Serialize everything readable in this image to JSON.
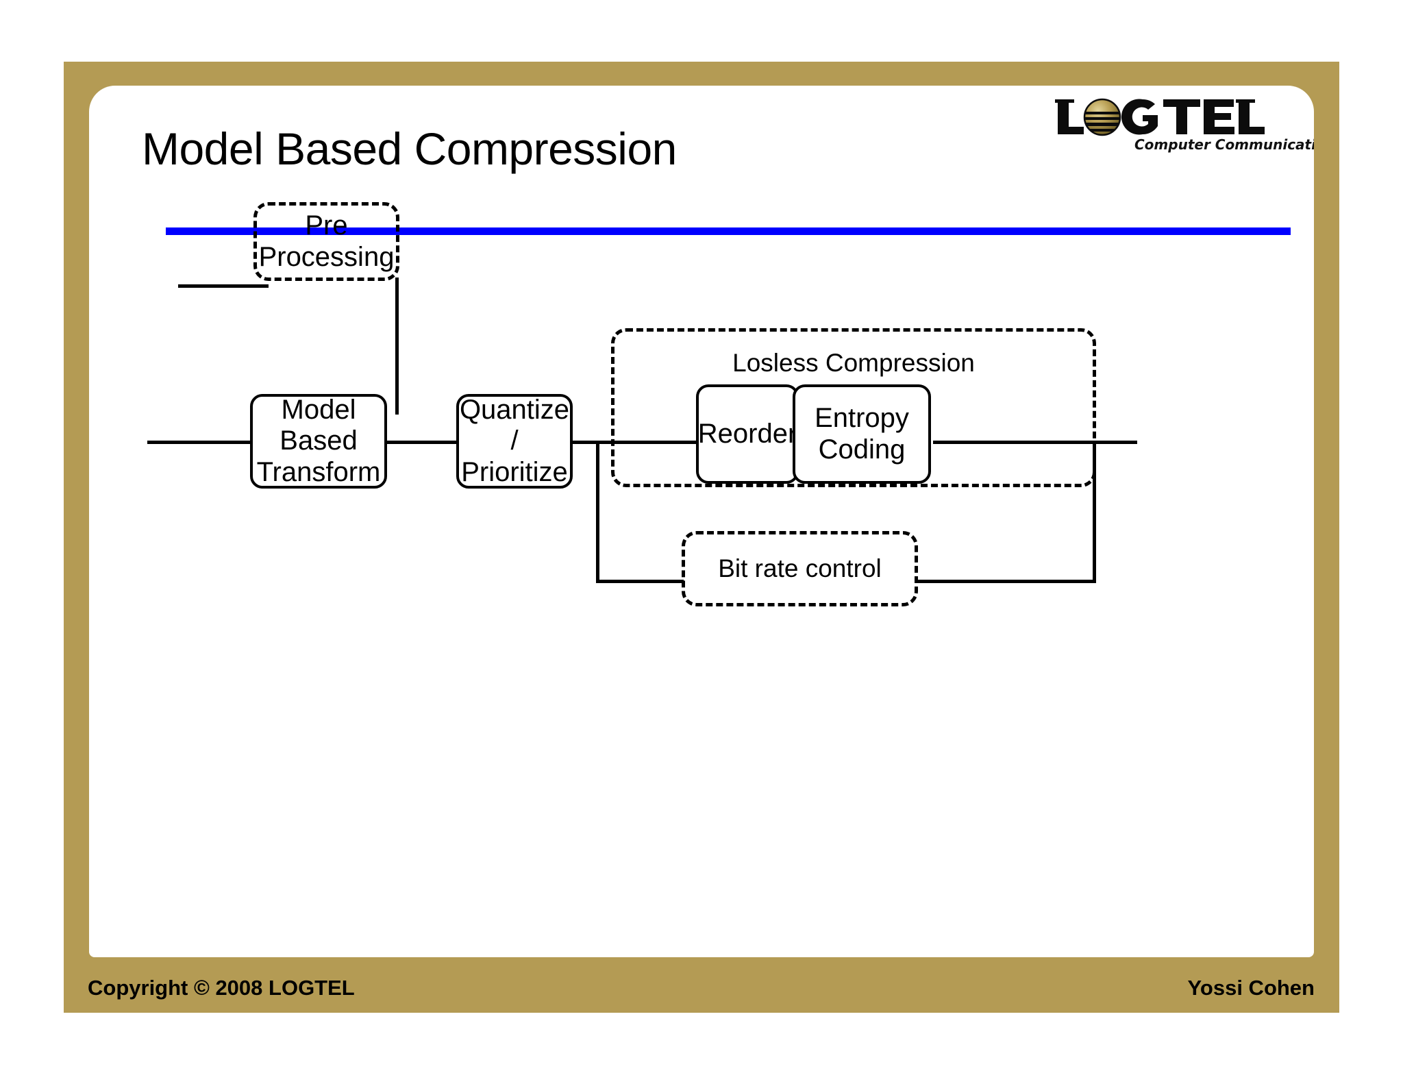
{
  "slide": {
    "title": "Model Based Compression",
    "accent_rule_color": "#0000ff",
    "frame_color": "#b49b54",
    "page_background": "#ffffff"
  },
  "logo": {
    "wordmark": "LOGTEL",
    "tagline": "Computer Communications",
    "globe_icon": "globe-icon"
  },
  "diagram": {
    "type": "block-flow-diagram",
    "nodes": [
      {
        "id": "pre-processing",
        "label": "Pre\nProcessing",
        "style": "dash-dot"
      },
      {
        "id": "model-transform",
        "label": "Model\nBased\nTransform",
        "style": "solid"
      },
      {
        "id": "quantize",
        "label": "Quantize /\nPrioritize",
        "style": "solid"
      },
      {
        "id": "reorder",
        "label": "Reorder",
        "style": "solid"
      },
      {
        "id": "entropy-coding",
        "label": "Entropy\nCoding",
        "style": "solid"
      },
      {
        "id": "bit-rate-control",
        "label": "Bit rate control",
        "style": "dash-dot"
      }
    ],
    "groups": [
      {
        "id": "losless-compression",
        "label": "Losless Compression",
        "contains": [
          "reorder",
          "entropy-coding"
        ]
      }
    ],
    "connections": [
      {
        "from": "input",
        "to": "pre-processing"
      },
      {
        "from": "pre-processing",
        "to": "model-transform"
      },
      {
        "from": "input",
        "to": "model-transform"
      },
      {
        "from": "model-transform",
        "to": "quantize"
      },
      {
        "from": "quantize",
        "to": "reorder"
      },
      {
        "from": "reorder",
        "to": "entropy-coding"
      },
      {
        "from": "entropy-coding",
        "to": "output"
      },
      {
        "from": "quantize",
        "to": "bit-rate-control"
      },
      {
        "from": "output",
        "to": "bit-rate-control"
      }
    ]
  },
  "footer": {
    "copyright": "Copyright © 2008 LOGTEL",
    "author": "Yossi Cohen"
  }
}
